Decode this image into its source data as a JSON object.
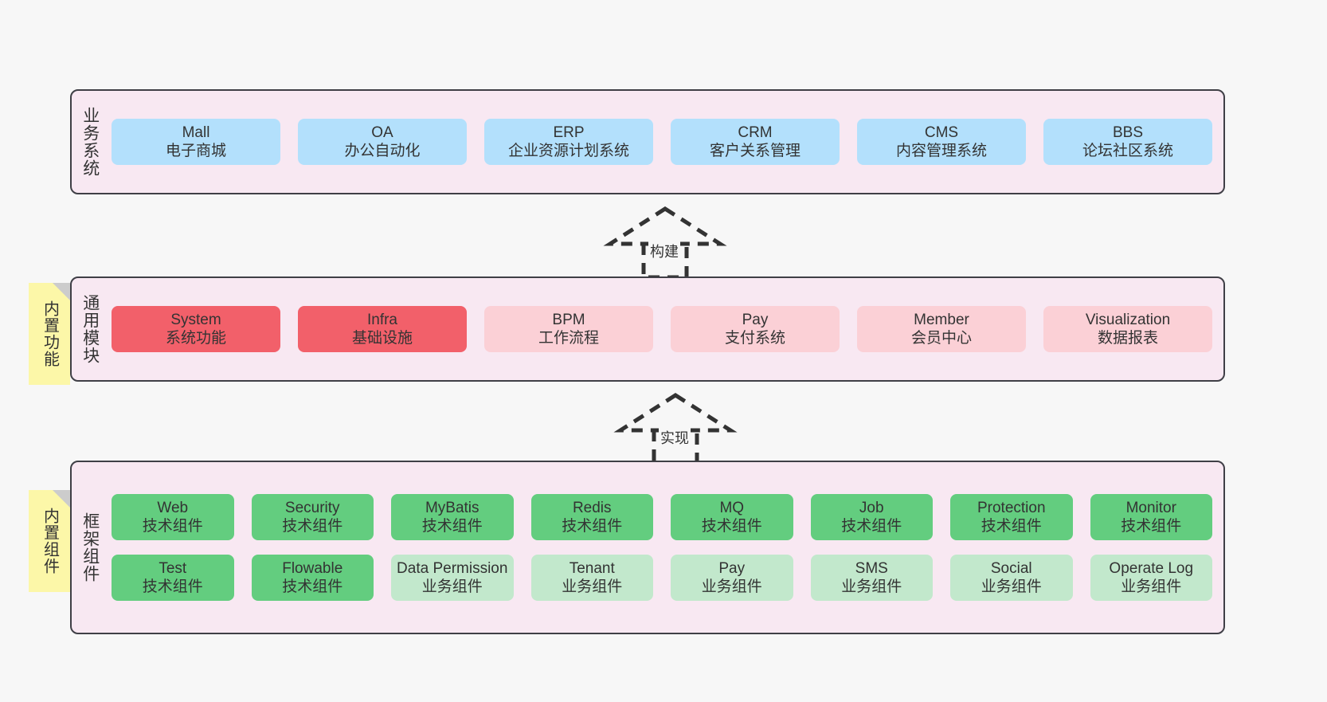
{
  "canvas": {
    "background": "#f7f7f7",
    "border_color": "#3f3f46",
    "layer_background": "#f8e8f2"
  },
  "palette": {
    "blue": "#b3e0fc",
    "red": "#f2606a",
    "pink": "#fbd0d6",
    "green": "#63cd7f",
    "light_green": "#c2e8cc",
    "note_yellow": "#fcf7a8",
    "note_fold": "#cccccc"
  },
  "layers": [
    {
      "id": "business-system",
      "title": "业务系统",
      "rows": [
        {
          "cells": [
            {
              "en": "Mall",
              "cn": "电子商城",
              "color": "blue"
            },
            {
              "en": "OA",
              "cn": "办公自动化",
              "color": "blue"
            },
            {
              "en": "ERP",
              "cn": "企业资源计划系统",
              "color": "blue"
            },
            {
              "en": "CRM",
              "cn": "客户关系管理",
              "color": "blue"
            },
            {
              "en": "CMS",
              "cn": "内容管理系统",
              "color": "blue"
            },
            {
              "en": "BBS",
              "cn": "论坛社区系统",
              "color": "blue"
            }
          ]
        }
      ]
    },
    {
      "id": "common-module",
      "title": "通用模块",
      "note": "内置功能",
      "rows": [
        {
          "cells": [
            {
              "en": "System",
              "cn": "系统功能",
              "color": "red"
            },
            {
              "en": "Infra",
              "cn": "基础设施",
              "color": "red"
            },
            {
              "en": "BPM",
              "cn": "工作流程",
              "color": "pink"
            },
            {
              "en": "Pay",
              "cn": "支付系统",
              "color": "pink"
            },
            {
              "en": "Member",
              "cn": "会员中心",
              "color": "pink"
            },
            {
              "en": "Visualization",
              "cn": "数据报表",
              "color": "pink"
            }
          ]
        }
      ]
    },
    {
      "id": "framework-component",
      "title": "框架组件",
      "note": "内置组件",
      "rows": [
        {
          "cells": [
            {
              "en": "Web",
              "cn": "技术组件",
              "color": "green"
            },
            {
              "en": "Security",
              "cn": "技术组件",
              "color": "green"
            },
            {
              "en": "MyBatis",
              "cn": "技术组件",
              "color": "green"
            },
            {
              "en": "Redis",
              "cn": "技术组件",
              "color": "green"
            },
            {
              "en": "MQ",
              "cn": "技术组件",
              "color": "green"
            },
            {
              "en": "Job",
              "cn": "技术组件",
              "color": "green"
            },
            {
              "en": "Protection",
              "cn": "技术组件",
              "color": "green"
            },
            {
              "en": "Monitor",
              "cn": "技术组件",
              "color": "green"
            }
          ]
        },
        {
          "cells": [
            {
              "en": "Test",
              "cn": "技术组件",
              "color": "green"
            },
            {
              "en": "Flowable",
              "cn": "技术组件",
              "color": "green"
            },
            {
              "en": "Data Permission",
              "cn": "业务组件",
              "color": "light_green"
            },
            {
              "en": "Tenant",
              "cn": "业务组件",
              "color": "light_green"
            },
            {
              "en": "Pay",
              "cn": "业务组件",
              "color": "light_green"
            },
            {
              "en": "SMS",
              "cn": "业务组件",
              "color": "light_green"
            },
            {
              "en": "Social",
              "cn": "业务组件",
              "color": "light_green"
            },
            {
              "en": "Operate Log",
              "cn": "业务组件",
              "color": "light_green"
            }
          ]
        }
      ]
    }
  ],
  "connectors": [
    {
      "id": "build",
      "label": "构建",
      "from": "common-module",
      "to": "business-system",
      "style": "dashed-hollow-triangle"
    },
    {
      "id": "implement",
      "label": "实现",
      "from": "framework-component",
      "to": "common-module",
      "style": "dashed-hollow-triangle"
    }
  ]
}
